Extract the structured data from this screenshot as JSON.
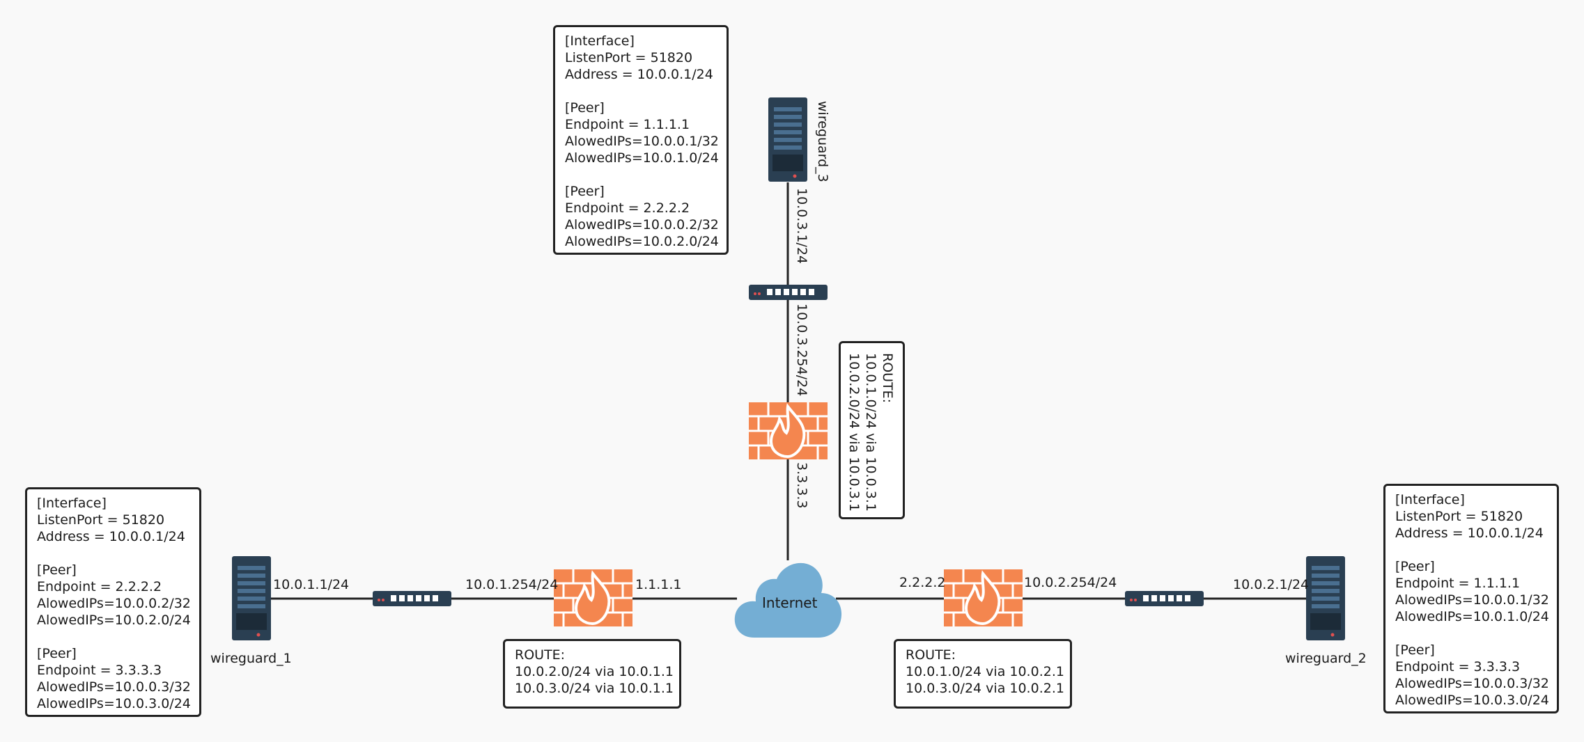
{
  "diagram": {
    "top_config": {
      "lines": [
        "[Interface]",
        "ListenPort = 51820",
        "Address = 10.0.0.1/24",
        "",
        "[Peer]",
        "Endpoint = 1.1.1.1",
        "AlowedIPs=10.0.0.1/32",
        "AlowedIPs=10.0.1.0/24",
        "",
        "[Peer]",
        "Endpoint = 2.2.2.2",
        "AlowedIPs=10.0.0.2/32",
        "AlowedIPs=10.0.2.0/24"
      ]
    },
    "left_config": {
      "lines": [
        "[Interface]",
        "ListenPort = 51820",
        "Address = 10.0.0.1/24",
        "",
        "[Peer]",
        "Endpoint = 2.2.2.2",
        "AlowedIPs=10.0.0.2/32",
        "AlowedIPs=10.0.2.0/24",
        "",
        "[Peer]",
        "Endpoint = 3.3.3.3",
        "AlowedIPs=10.0.0.3/32",
        "AlowedIPs=10.0.3.0/24"
      ]
    },
    "right_config": {
      "lines": [
        "[Interface]",
        "ListenPort = 51820",
        "Address = 10.0.0.1/24",
        "",
        "[Peer]",
        "Endpoint = 1.1.1.1",
        "AlowedIPs=10.0.0.1/32",
        "AlowedIPs=10.0.1.0/24",
        "",
        "[Peer]",
        "Endpoint = 3.3.3.3",
        "AlowedIPs=10.0.0.3/32",
        "AlowedIPs=10.0.3.0/24"
      ]
    },
    "route_top": {
      "lines": [
        "ROUTE:",
        "10.0.1.0/24 via 10.0.3.1",
        "10.0.2.0/24 via 10.0.3.1"
      ]
    },
    "route_left": {
      "lines": [
        "ROUTE:",
        "10.0.2.0/24 via 10.0.1.1",
        "10.0.3.0/24 via 10.0.1.1"
      ]
    },
    "route_right": {
      "lines": [
        "ROUTE:",
        "10.0.1.0/24 via 10.0.2.1",
        "10.0.3.0/24 via 10.0.2.1"
      ]
    },
    "nodes": {
      "wg1": "wireguard_1",
      "wg2": "wireguard_2",
      "wg3": "wireguard_3",
      "cloud": "Internet"
    },
    "links": {
      "wg1_ip": "10.0.1.1/24",
      "fw1_lan": "10.0.1.254/24",
      "fw1_wan": "1.1.1.1",
      "fw2_wan": "2.2.2.2",
      "fw2_lan": "10.0.2.254/24",
      "wg2_ip": "10.0.2.1/24",
      "wg3_ip": "10.0.3.1/24",
      "fw3_lan": "10.0.3.254/24",
      "fw3_wan": "3.3.3.3"
    },
    "colors": {
      "server": "#2a3f52",
      "firewall": "#f4864f",
      "cloud": "#74aed4",
      "switch": "#2a3f52"
    }
  }
}
